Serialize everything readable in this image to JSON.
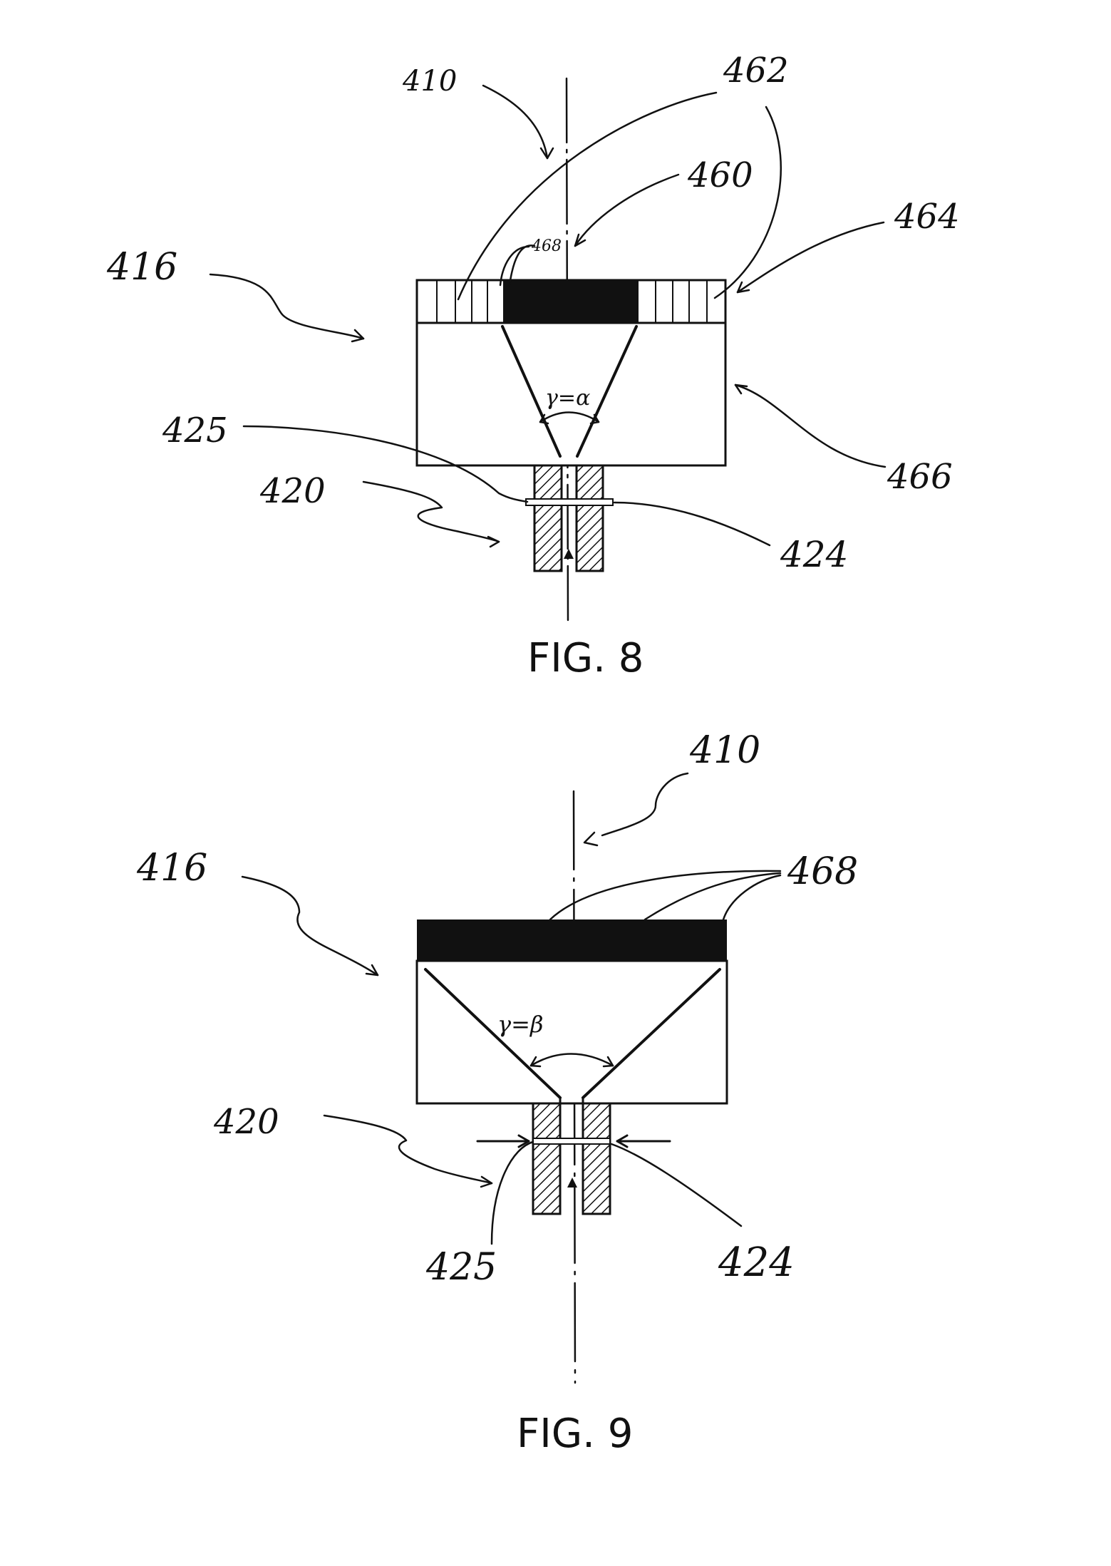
{
  "figure8": {
    "caption": "FIG. 8",
    "labels": {
      "axis": "410",
      "nozzle_assembly": "416",
      "transducer_group": "462",
      "center_element": "460",
      "ring_elements": "464",
      "element_pitch": "468",
      "cone_angle": "γ=α",
      "gap_upper": "425",
      "orifice": "420",
      "housing": "466",
      "gap_lower": "424"
    }
  },
  "figure9": {
    "caption": "FIG. 9",
    "labels": {
      "axis": "410",
      "nozzle_assembly": "416",
      "elements": "468",
      "cone_angle": "γ=β",
      "orifice": "420",
      "gap_left": "425",
      "gap_right": "424"
    }
  }
}
